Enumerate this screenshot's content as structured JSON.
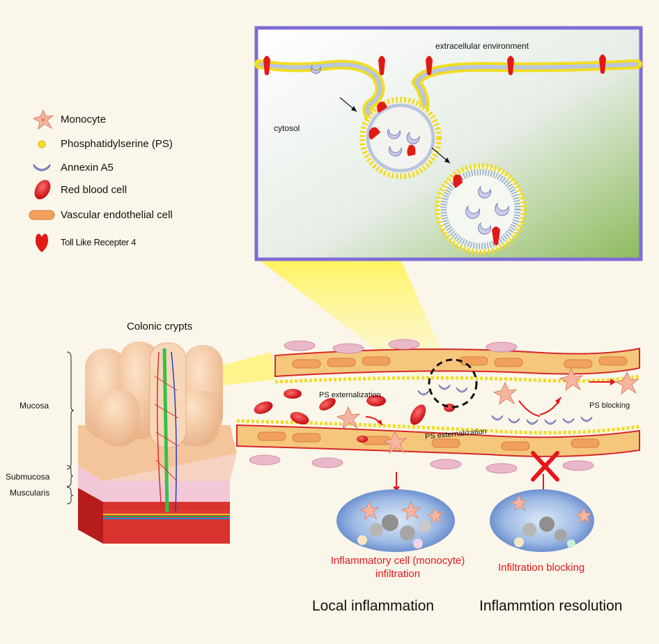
{
  "legend": {
    "items": [
      {
        "icon": "monocyte-icon",
        "label": "Monocyte"
      },
      {
        "icon": "phosphatidylserine-icon",
        "label": "Phosphatidylserine (PS)"
      },
      {
        "icon": "annexin-a5-icon",
        "label": "Annexin A5"
      },
      {
        "icon": "red-blood-cell-icon",
        "label": "Red blood cell"
      },
      {
        "icon": "vascular-endothelial-cell-icon",
        "label": "Vascular endothelial cell"
      },
      {
        "icon": "toll-like-receptor-icon",
        "label": "Toll Like Recepter 4"
      }
    ]
  },
  "inset": {
    "extracellular_label": "extracellular environment",
    "cytosol_label": "cytosol"
  },
  "tissue": {
    "title": "Colonic crypts",
    "layers": [
      "Mucosa",
      "Submucosa",
      "Muscularis"
    ]
  },
  "vessel": {
    "ps_externalization_top": "PS externalization",
    "ps_externalization_bottom": "PS externalization",
    "ps_blocking": "PS blocking"
  },
  "outcomes": {
    "left_caption_line1": "Inflammatory cell (monocyte)",
    "left_caption_line2": "infiltration",
    "right_caption": "Infiltration blocking",
    "left_title": "Local inflammation",
    "right_title": "Inflammtion resolution"
  },
  "colors": {
    "background": "#fbf6ea",
    "inset_border": "#7f6cd6",
    "accent_red": "#e8141b",
    "ps_yellow": "#f2e21e",
    "annexin": "#aeb4dc",
    "endothelial": "#f2a15c"
  }
}
